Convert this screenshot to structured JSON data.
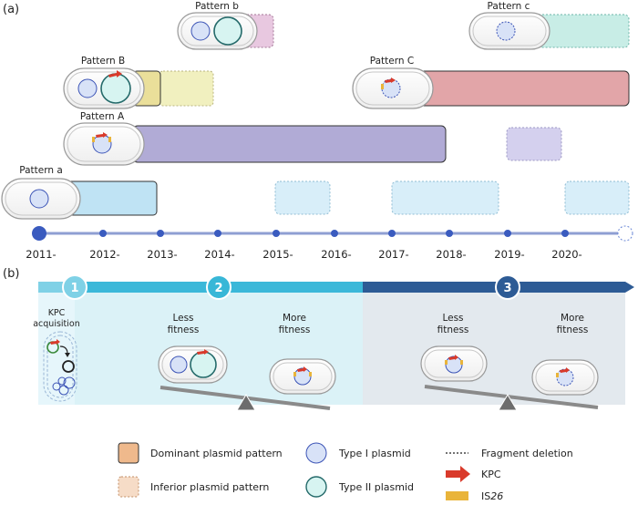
{
  "panel_a": {
    "label": "(a)",
    "years": [
      "2011-",
      "2012-",
      "2013-",
      "2014-",
      "2015-",
      "2016-",
      "2017-",
      "2018-",
      "2019-",
      "2020-"
    ],
    "patterns": {
      "b": "Pattern b",
      "c": "Pattern c",
      "B": "Pattern B",
      "C": "Pattern C",
      "A": "Pattern A",
      "a": "Pattern a"
    }
  },
  "panel_b": {
    "label": "(b)",
    "stages": [
      "1",
      "2",
      "3"
    ],
    "kpc_acquisition": "KPC acquisition",
    "stage2": {
      "less": "Less fitness",
      "more": "More fitness"
    },
    "stage3": {
      "less": "Less fitness",
      "more": "More fitness"
    }
  },
  "legend": {
    "dominant": "Dominant plasmid pattern",
    "inferior": "Inferior plasmid pattern",
    "type1": "Type I plasmid",
    "type2": "Type II plasmid",
    "deletion": "Fragment deletion",
    "kpc": "KPC",
    "is26_prefix": "IS",
    "is26_number": "26"
  },
  "colors": {
    "timeline": "#3a5bbf",
    "timeline_line": "#8f9fd3",
    "pattern_b": "#e8c8e0",
    "pattern_c": "#c8ede6",
    "pattern_B_dom": "#eadf9a",
    "pattern_B_inf": "#f1f0bf",
    "pattern_C": "#e2a5a8",
    "pattern_A": "#b1abd6",
    "pattern_A_inf": "#d4d0ee",
    "pattern_a": "#bfe3f4",
    "pattern_a_inf": "#d8eef9",
    "type1": "#d8e2f7",
    "type2": "#d7f4f1",
    "kpc": "#d93a2b",
    "is26": "#e9b43a",
    "stage1": "#63c8e0",
    "stage2": "#38b7d7",
    "stage3": "#2d5b95"
  },
  "icons": [
    "kpc-arrow-icon",
    "is26-bar-icon",
    "seesaw-fulcrum-icon",
    "curved-arrow-icon"
  ]
}
